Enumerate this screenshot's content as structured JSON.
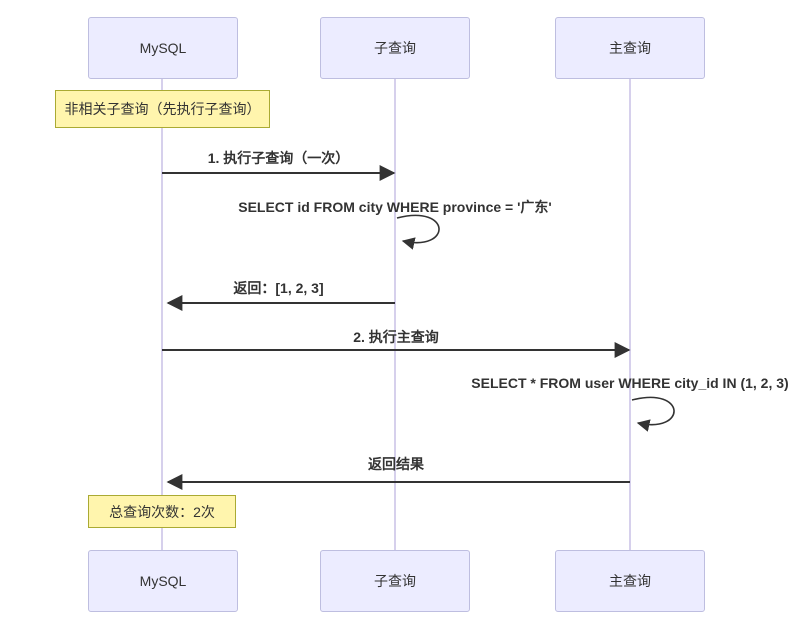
{
  "diagram": {
    "type": "sequence",
    "actors": [
      {
        "id": "mysql",
        "label": "MySQL"
      },
      {
        "id": "subquery",
        "label": "子查询"
      },
      {
        "id": "mainquery",
        "label": "主查询"
      }
    ],
    "notes": [
      {
        "text": "非相关子查询（先执行子查询）",
        "over": "MySQL",
        "position": "top"
      },
      {
        "text": "总查询次数：2次",
        "over": "MySQL",
        "position": "bottom"
      }
    ],
    "messages": [
      {
        "text": "1. 执行子查询（一次）",
        "from": "MySQL",
        "to": "子查询",
        "kind": "solid-arrow"
      },
      {
        "text": "SELECT id FROM city WHERE province = '广东'",
        "from": "子查询",
        "to": "子查询",
        "kind": "self-loop"
      },
      {
        "text": "返回：[1, 2, 3]",
        "from": "子查询",
        "to": "MySQL",
        "kind": "solid-arrow"
      },
      {
        "text": "2. 执行主查询",
        "from": "MySQL",
        "to": "主查询",
        "kind": "solid-arrow"
      },
      {
        "text": "SELECT * FROM user WHERE city_id IN (1, 2, 3)",
        "from": "主查询",
        "to": "主查询",
        "kind": "self-loop"
      },
      {
        "text": "返回结果",
        "from": "主查询",
        "to": "MySQL",
        "kind": "solid-arrow"
      }
    ],
    "colors": {
      "actor_fill": "#ECECFF",
      "actor_border": "#BEBEE0",
      "note_fill": "#FFF5AD",
      "note_border": "#AAAA33",
      "lifeline": "#D6D0EC",
      "arrow": "#333333",
      "text": "#333333",
      "background": "#FFFFFF"
    }
  }
}
